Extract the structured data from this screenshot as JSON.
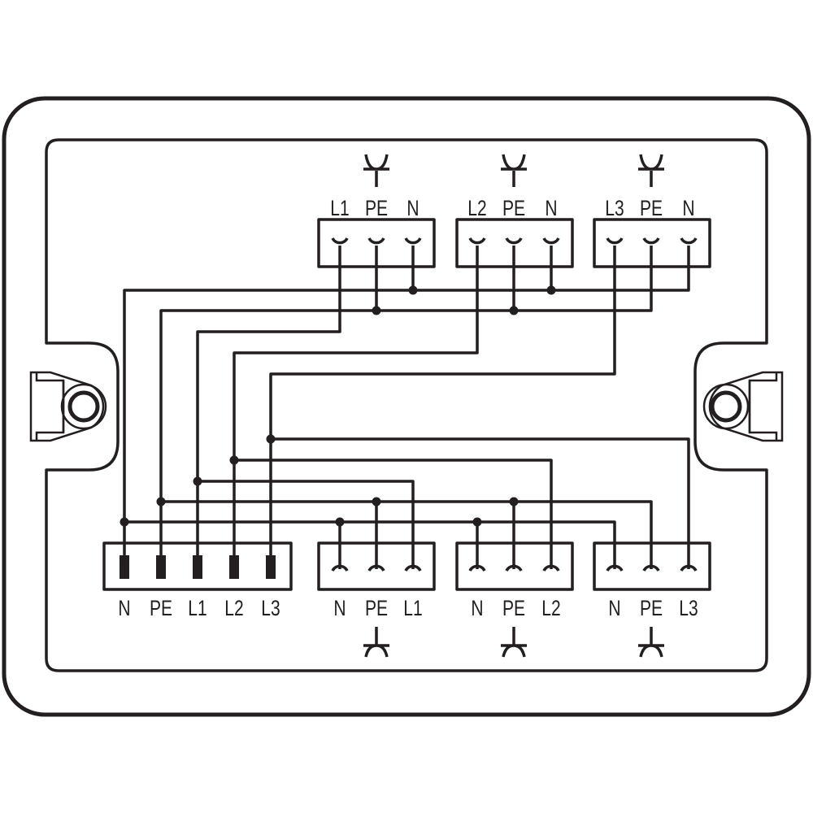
{
  "diagram": {
    "line_color": "#231f20",
    "background": "#ffffff",
    "outputs_top": [
      {
        "labels": [
          "L1",
          "PE",
          "N"
        ],
        "icon": "socket-icon"
      },
      {
        "labels": [
          "L2",
          "PE",
          "N"
        ],
        "icon": "socket-icon"
      },
      {
        "labels": [
          "L3",
          "PE",
          "N"
        ],
        "icon": "socket-icon"
      }
    ],
    "input": {
      "labels": [
        "N",
        "PE",
        "L1",
        "L2",
        "L3"
      ],
      "icon": "plug-pin-icon"
    },
    "outputs_bottom": [
      {
        "labels": [
          "N",
          "PE",
          "L1"
        ],
        "icon": "plug-icon"
      },
      {
        "labels": [
          "N",
          "PE",
          "L2"
        ],
        "icon": "plug-icon"
      },
      {
        "labels": [
          "N",
          "PE",
          "L3"
        ],
        "icon": "plug-icon"
      }
    ],
    "mounting": [
      "screw-lug-icon",
      "screw-lug-icon"
    ]
  }
}
